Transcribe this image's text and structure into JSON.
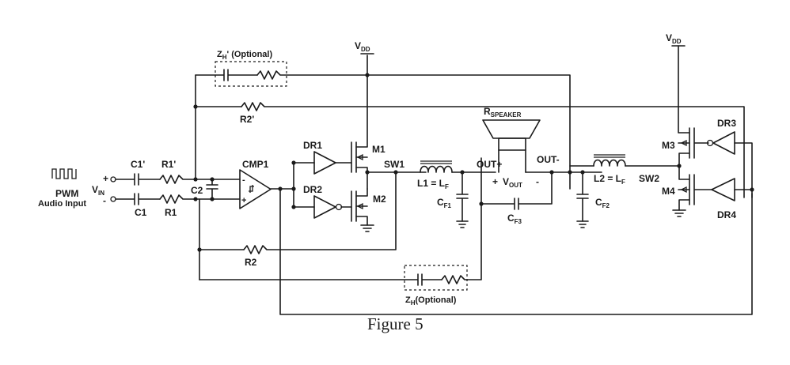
{
  "figure_caption": "Figure 5",
  "labels": {
    "pwm": "PWM",
    "audio_input": "Audio Input",
    "vin_main": "V",
    "vin_sub": "IN",
    "plus": "+",
    "minus": "-",
    "c1p": "C1'",
    "c1": "C1",
    "r1p": "R1'",
    "r1": "R1",
    "c2": "C2",
    "cmp1": "CMP1",
    "r2p": "R2'",
    "r2": "R2",
    "zh_top_main": "Z",
    "zh_top_sub": "H",
    "zh_top_rest": "' (Optional)",
    "zh_bot_main": "Z",
    "zh_bot_sub": "H",
    "zh_bot_rest": "(Optional)",
    "vdd_main": "V",
    "vdd_sub": "DD",
    "dr1": "DR1",
    "dr2": "DR2",
    "dr3": "DR3",
    "dr4": "DR4",
    "m1": "M1",
    "m2": "M2",
    "m3": "M3",
    "m4": "M4",
    "sw1": "SW1",
    "sw2": "SW2",
    "l1": "L1 = L",
    "l2": "L2 = L",
    "lf_sub": "F",
    "cf1_main": "C",
    "cf1_sub": "F1",
    "cf2_main": "C",
    "cf2_sub": "F2",
    "cf3_main": "C",
    "cf3_sub": "F3",
    "out_plus": "OUT+",
    "out_minus": "OUT-",
    "vout_plus": "+",
    "vout_main": "V",
    "vout_sub": "OUT",
    "vout_minus": "-",
    "rspk_main": "R",
    "rspk_sub": "SPEAKER"
  }
}
